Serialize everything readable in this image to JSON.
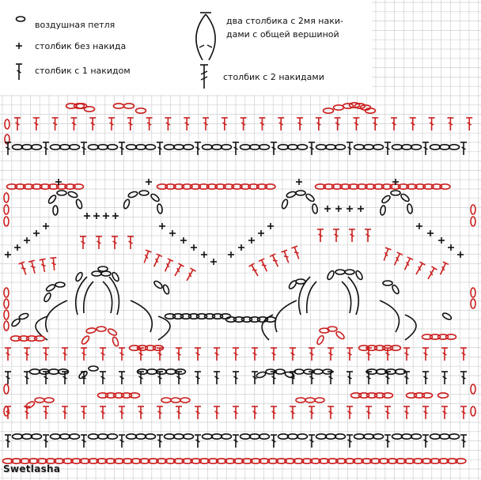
{
  "legend": {
    "chain": "воздушная петля",
    "sc": "столбик без накида",
    "dc": "столбик с 1 накидом",
    "dc2tog_line1": "два столбика с 2мя наки-",
    "dc2tog_line2": "дами с общей вершиной",
    "tr": "столбик с 2 накидами"
  },
  "watermark": "Swetlasha",
  "colors": {
    "red": "#cc1f1f",
    "black": "#111111",
    "grid": "#cfcfcf"
  },
  "icons": [
    "chain-icon",
    "sc-icon",
    "dc-icon",
    "dc2tog-icon",
    "tr-icon"
  ]
}
